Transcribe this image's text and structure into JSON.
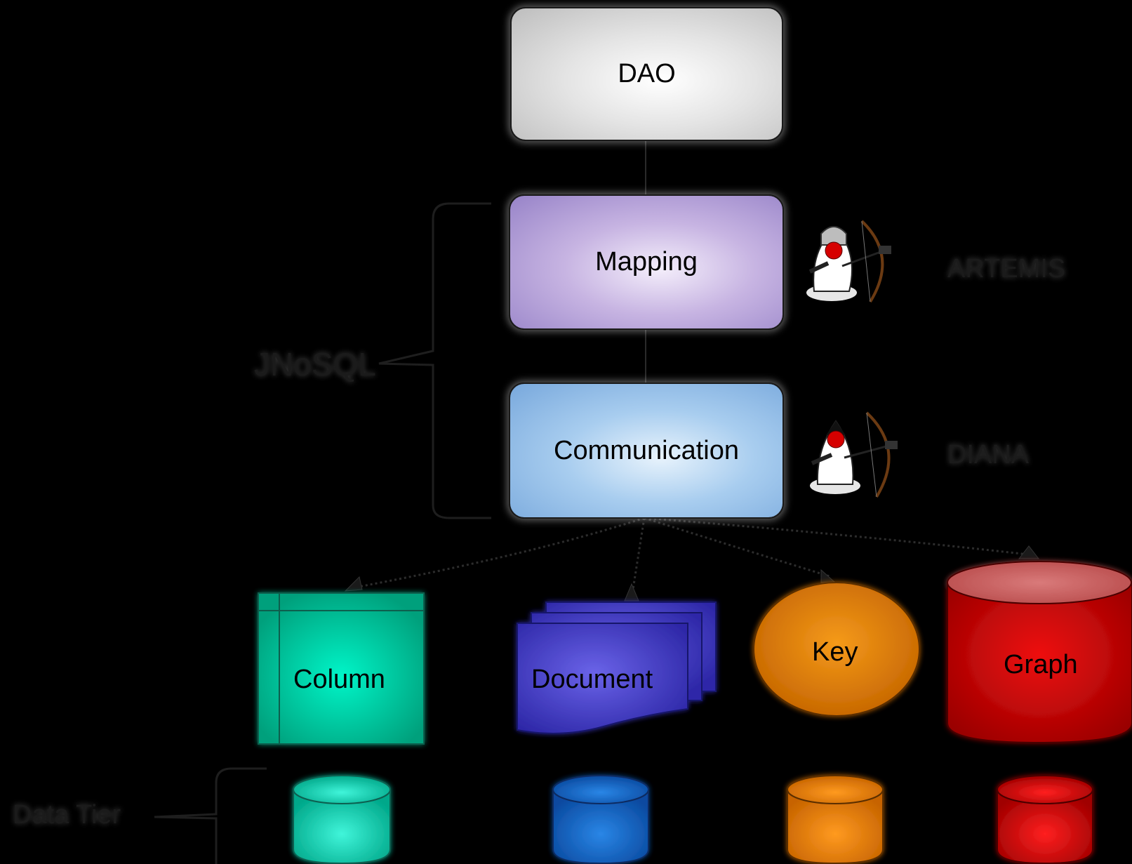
{
  "diagram": {
    "layers": {
      "dao": "DAO",
      "mapping": "Mapping",
      "communication": "Communication"
    },
    "brackets": {
      "jnosql": "JNoSQL",
      "data_tier": "Data Tier"
    },
    "implementations": {
      "artemis": "ARTEMIS",
      "diana": "DIANA"
    },
    "stores": {
      "column": "Column",
      "document": "Document",
      "key": "Key",
      "graph": "Graph"
    },
    "colors": {
      "dao": "#d9d9d9",
      "mapping": "#b9a6db",
      "communication": "#9fc5ea",
      "column": "#00c9a0",
      "document": "#4b45d0",
      "key": "#e07b00",
      "graph": "#d40000",
      "db_column": "#00d0b0",
      "db_document": "#0a5bc0",
      "db_key": "#f07f00",
      "db_graph": "#d80000"
    }
  }
}
